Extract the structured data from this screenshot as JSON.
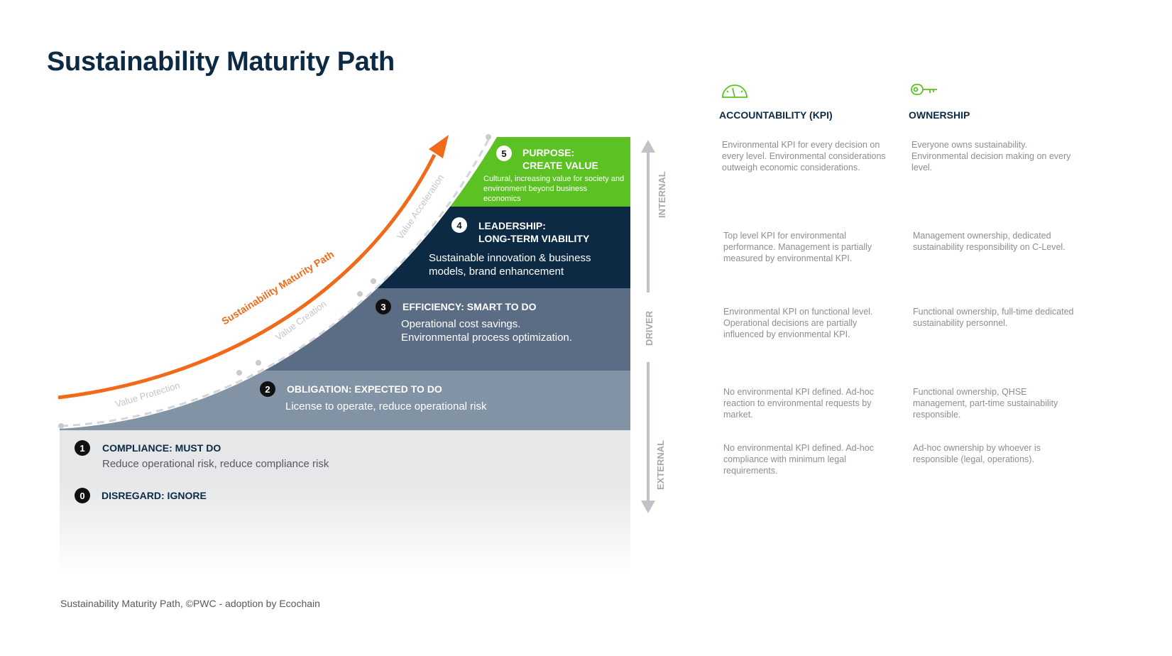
{
  "title": "Sustainability Maturity Path",
  "footer": "Sustainability Maturity Path, ©PWC - adoption by Ecochain",
  "curve_labels": {
    "path": "Sustainability Maturity Path",
    "protection": "Value Protection",
    "creation": "Value Creation",
    "acceleration": "Value Acceleration"
  },
  "axis": {
    "internal": "INTERNAL",
    "driver": "DRIVER",
    "external": "EXTERNAL"
  },
  "levels": [
    {
      "num": "0",
      "title": "DISREGARD: IGNORE",
      "desc": ""
    },
    {
      "num": "1",
      "title": "COMPLIANCE: MUST DO",
      "desc": "Reduce operational risk, reduce compliance risk"
    },
    {
      "num": "2",
      "title": "OBLIGATION: EXPECTED TO DO",
      "desc": "License to operate, reduce operational risk"
    },
    {
      "num": "3",
      "title": "EFFICIENCY: SMART TO DO",
      "desc": "Operational cost savings.\nEnvironmental process optimization."
    },
    {
      "num": "4",
      "title": "LEADERSHIP:\nLONG-TERM VIABILITY",
      "desc": "Sustainable innovation & business models, brand enhancement"
    },
    {
      "num": "5",
      "title": "PURPOSE:\nCREATE VALUE",
      "desc": "Cultural, increasing value for society and environment beyond business economics"
    }
  ],
  "columns": {
    "accountability": {
      "header": "ACCOUNTABILITY (KPI)",
      "icon": "gauge-icon",
      "rows": [
        "Environmental KPI for every decision on every level. Environmental considerations outweigh economic considerations.",
        "Top level KPI for environmental performance. Management is partially measured by environmental KPI.",
        "Environmental KPI on functional level. Operational decisions are partially influenced by envionmental KPI.",
        "No environmental KPI defined. Ad-hoc reaction to environmental requests by market.",
        "No environmental KPI defined. Ad-hoc compliance with minimum legal requirements."
      ]
    },
    "ownership": {
      "header": "OWNERSHIP",
      "icon": "key-icon",
      "rows": [
        "Everyone owns sustainability. Environmental decision making on every level.",
        "Management ownership, dedicated sustainability responsibility on C-Level.",
        "Functional ownership, full-time dedicated sustainability personnel.",
        "Functional ownership, QHSE management, part-time sustainability responsible.",
        "Ad-hoc ownership by whoever is responsible (legal, operations)."
      ]
    }
  },
  "colors": {
    "green": "#5cc223",
    "navy": "#0d2a45",
    "slate": "#5a6d84",
    "gray": "#8393a6",
    "light": "#e6e7e9",
    "orange": "#f06a1a"
  }
}
